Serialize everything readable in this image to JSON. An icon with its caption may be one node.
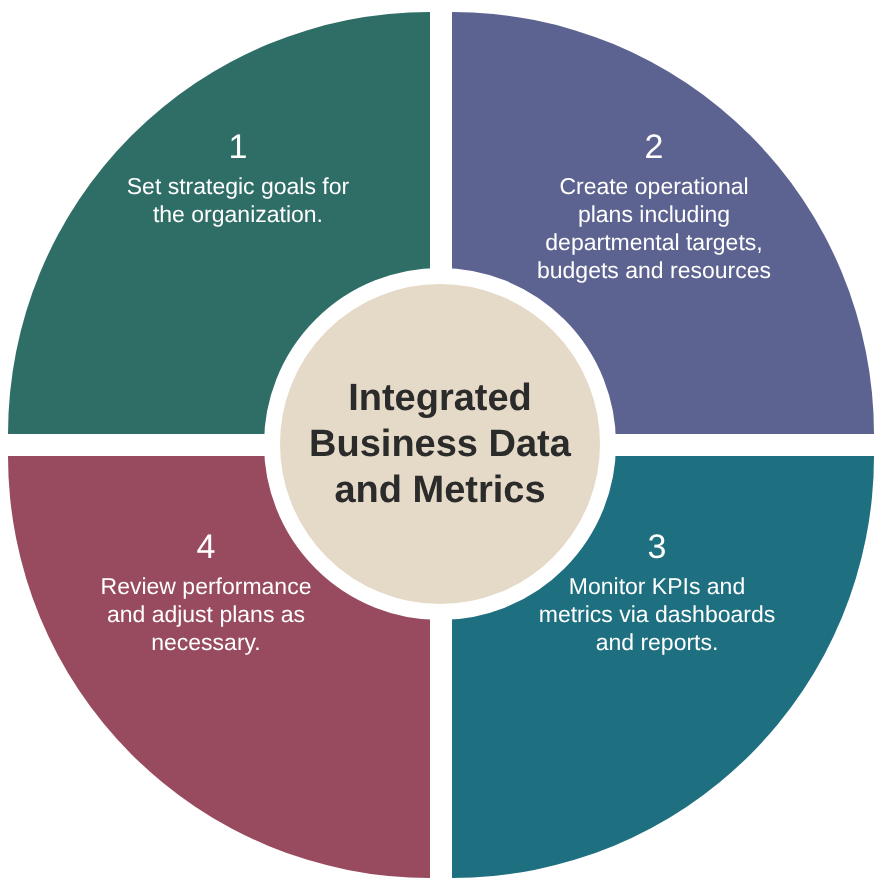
{
  "diagram": {
    "nodes": [
      {
        "text": [
          "1",
          "Set strategic goals for the organization."
        ]
      },
      {
        "text": [
          "2",
          "Create operational plans including departmental targets, budgets and resources"
        ]
      },
      {
        "text": [
          "Integrated Business Data and Metrics"
        ]
      },
      {
        "text": [
          "4",
          "Review performance and adjust plans as necessary."
        ]
      },
      {
        "text": [
          "3",
          "Monitor KPIs and metrics via dashboards and reports."
        ]
      }
    ]
  }
}
